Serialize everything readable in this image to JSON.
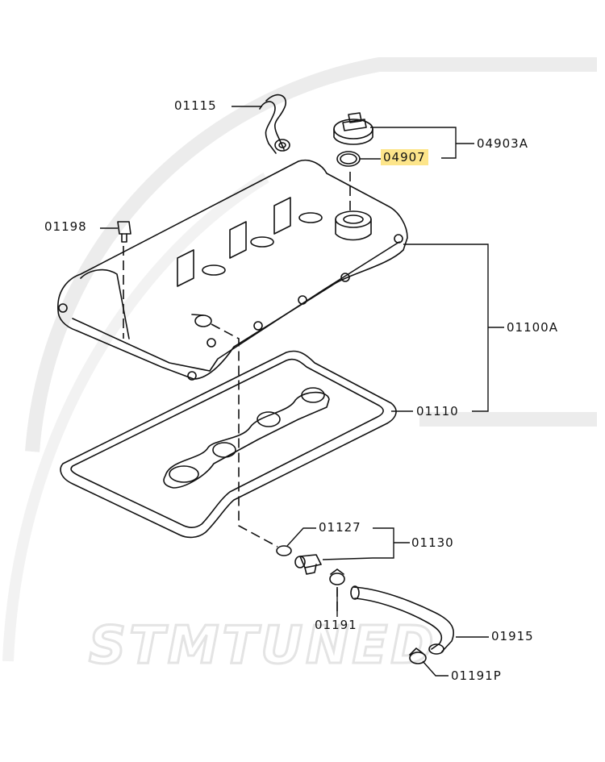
{
  "watermark": {
    "brand": "STM TUNED",
    "color": "#e8e8e8"
  },
  "highlight_color": "#fde58a",
  "parts": [
    {
      "id": "p01115",
      "code": "01115",
      "name": "breather-hose"
    },
    {
      "id": "p04903A",
      "code": "04903A",
      "name": "oil-filler-cap-assembly"
    },
    {
      "id": "p04907",
      "code": "04907",
      "name": "oil-cap-gasket",
      "highlighted": true
    },
    {
      "id": "p01198",
      "code": "01198",
      "name": "bolt"
    },
    {
      "id": "p01100A",
      "code": "01100A",
      "name": "rocker-cover-assembly"
    },
    {
      "id": "p01110",
      "code": "01110",
      "name": "rocker-cover-gasket"
    },
    {
      "id": "p01127",
      "code": "01127",
      "name": "o-ring"
    },
    {
      "id": "p01130",
      "code": "01130",
      "name": "pcv-valve-assembly"
    },
    {
      "id": "p01191",
      "code": "01191",
      "name": "hose-clamp"
    },
    {
      "id": "p01915",
      "code": "01915",
      "name": "pcv-hose"
    },
    {
      "id": "p01191P",
      "code": "01191P",
      "name": "hose-clamp-lower"
    }
  ]
}
